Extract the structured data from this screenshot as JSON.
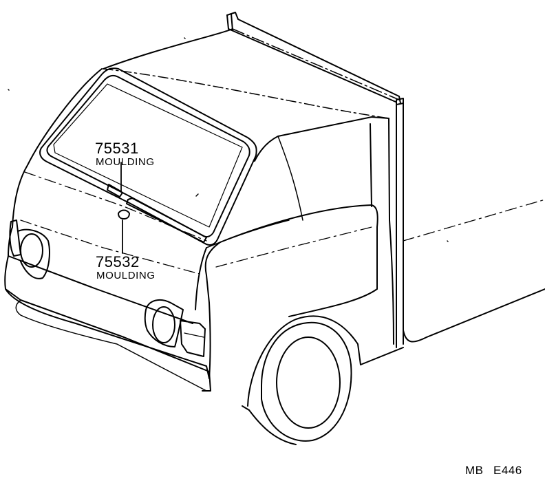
{
  "callouts": [
    {
      "part_number": "75531",
      "part_name": "MOULDING"
    },
    {
      "part_number": "75532",
      "part_name": "MOULDING"
    }
  ],
  "diagram_code": {
    "prefix": "MB",
    "code": "E446"
  },
  "colors": {
    "line": "#000000",
    "background": "#ffffff"
  }
}
